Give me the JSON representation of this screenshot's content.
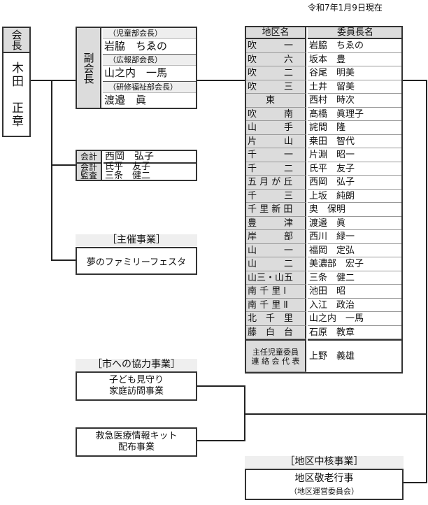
{
  "date": "令和7年1月9日現在",
  "president": {
    "title": "会長",
    "name": "木田　正章"
  },
  "vice": {
    "title": "副会長",
    "members": [
      {
        "role": "（児童部会長）",
        "name": "岩脇　ちゑの"
      },
      {
        "role": "（広報部会長）",
        "name": "山之内　一馬"
      },
      {
        "role": "（研修福祉部会長）",
        "name": "渡邉　眞"
      }
    ]
  },
  "finance": [
    {
      "role": "会計",
      "names": [
        "西岡　弘子"
      ]
    },
    {
      "role": "会計監査",
      "names": [
        "氏平　友子",
        "三条　健二"
      ]
    }
  ],
  "hosted": {
    "heading": "［主催事業］",
    "item": "夢のファミリーフェスタ"
  },
  "city": {
    "heading": "［市への協力事業］",
    "items": [
      [
        "子ども見守り",
        "家庭訪問事業"
      ],
      [
        "救急医療情報キット",
        "配布事業"
      ]
    ]
  },
  "core": {
    "heading": "［地区中核事業］",
    "item": "地区敬老行事",
    "sub": "（地区運営委員会）"
  },
  "table": {
    "headers": [
      "地区名",
      "委員長名"
    ],
    "rows": [
      [
        "吹　　　一",
        "岩脇　ちゑの"
      ],
      [
        "吹　　　六",
        "坂本　豊"
      ],
      [
        "吹　　　二",
        "谷尾　明美"
      ],
      [
        "吹　　　三",
        "土井　留美"
      ],
      [
        "　　東",
        "西村　時次"
      ],
      [
        "吹　　　南",
        "髙橋　眞理子"
      ],
      [
        "山　　　手",
        "詫間　隆"
      ],
      [
        "片　　　山",
        "桒田　智代"
      ],
      [
        "千　　　一",
        "片淵　昭一"
      ],
      [
        "千　　　二",
        "氏平　友子"
      ],
      [
        "五 月 が 丘",
        "西岡　弘子"
      ],
      [
        "千　　　三",
        "上坂　純朗"
      ],
      [
        "千 里 新 田",
        "奥　保明"
      ],
      [
        "豊　　　津",
        "渡邉　眞"
      ],
      [
        "岸　　　部",
        "西川　緑一"
      ],
      [
        "山　　　一",
        "福岡　定弘"
      ],
      [
        "山　　　二",
        "美濃部　宏子"
      ],
      [
        "山三・山五",
        "三条　健二"
      ],
      [
        "南 千 里 Ⅰ",
        "池田　昭"
      ],
      [
        "南 千 里 Ⅱ",
        "入江　政治"
      ],
      [
        "北　千　里",
        "山之内　一馬"
      ],
      [
        "藤　白　台",
        "石原　教章"
      ]
    ],
    "last": {
      "district": [
        "主任児童委員",
        "連 絡 会 代 表"
      ],
      "name": "上野　義雄"
    }
  }
}
